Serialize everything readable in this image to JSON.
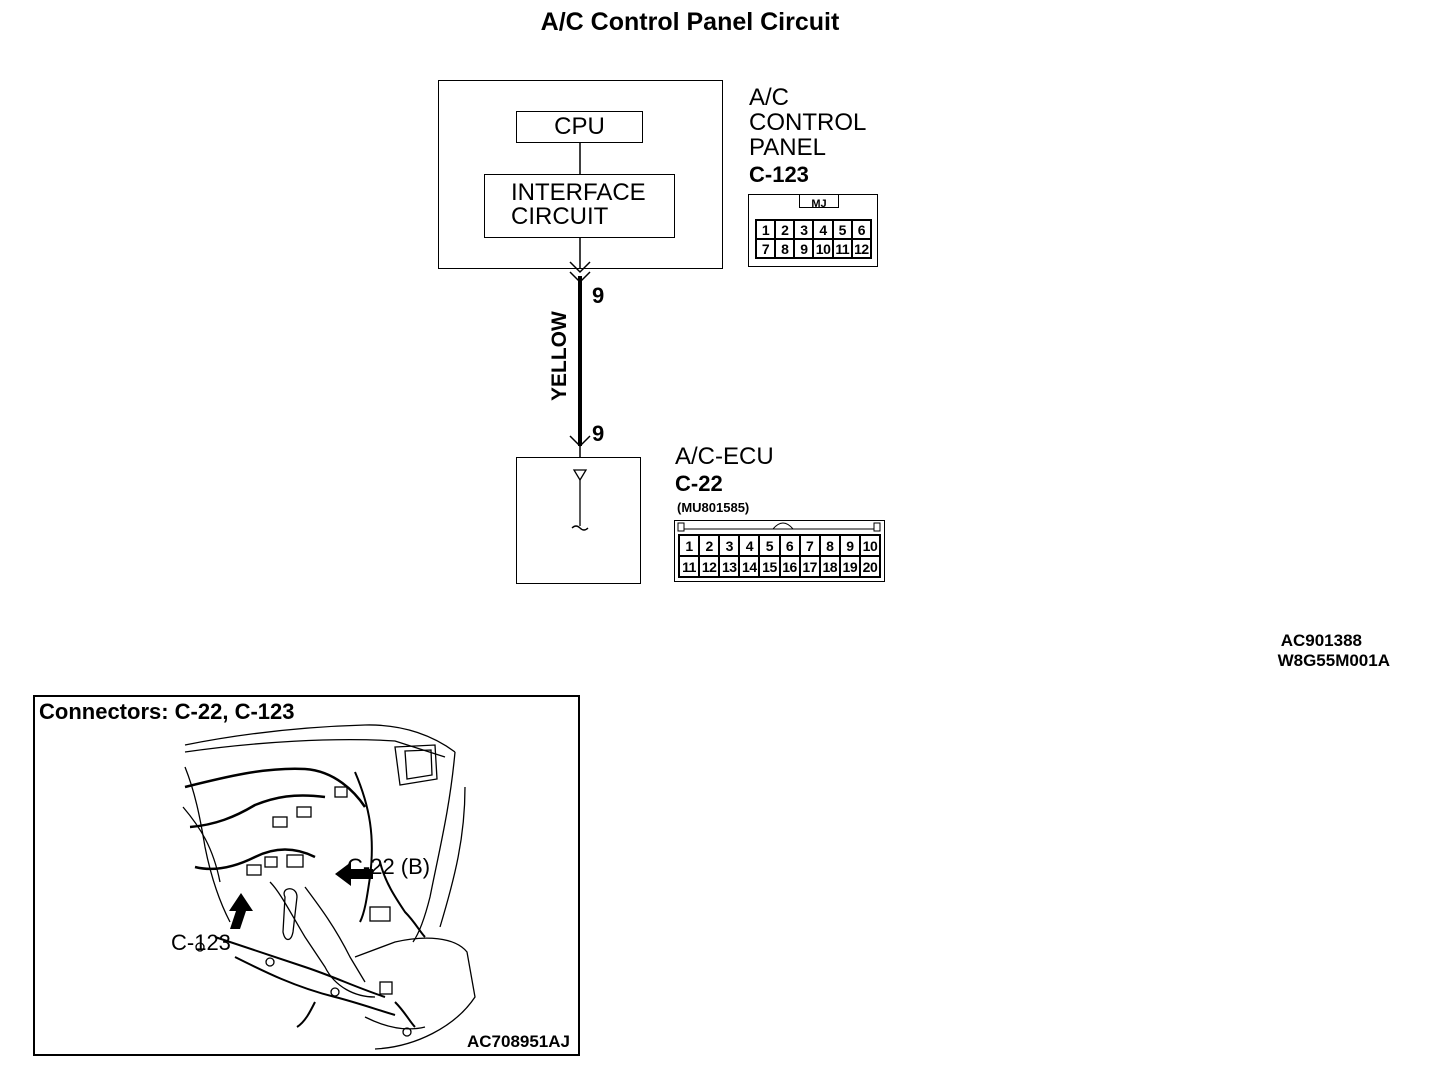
{
  "title": "A/C Control Panel Circuit",
  "panel": {
    "cpu_label": "CPU",
    "interface_line1": "INTERFACE",
    "interface_line2": "CIRCUIT",
    "name_lines": [
      "A/C",
      "CONTROL",
      "PANEL"
    ],
    "connector_id": "C-123",
    "connector_tag": "MJ",
    "connector_pins_top": [
      "1",
      "2",
      "3",
      "4",
      "5",
      "6"
    ],
    "connector_pins_bottom": [
      "7",
      "8",
      "9",
      "10",
      "11",
      "12"
    ]
  },
  "wire": {
    "color_label": "YELLOW",
    "top_pin": "9",
    "bottom_pin": "9"
  },
  "ecu": {
    "name": "A/C-ECU",
    "connector_id": "C-22",
    "part_number": "(MU801585)",
    "connector_pins_top": [
      "1",
      "2",
      "3",
      "4",
      "5",
      "6",
      "7",
      "8",
      "9",
      "10"
    ],
    "connector_pins_bottom": [
      "11",
      "12",
      "13",
      "14",
      "15",
      "16",
      "17",
      "18",
      "19",
      "20"
    ]
  },
  "figure_ids": [
    "AC901388",
    "W8G55M001A"
  ],
  "inset": {
    "title": "Connectors: C-22, C-123",
    "callout_c22": "C-22 (B)",
    "callout_c123": "C-123",
    "figure_code": "AC708951AJ"
  }
}
